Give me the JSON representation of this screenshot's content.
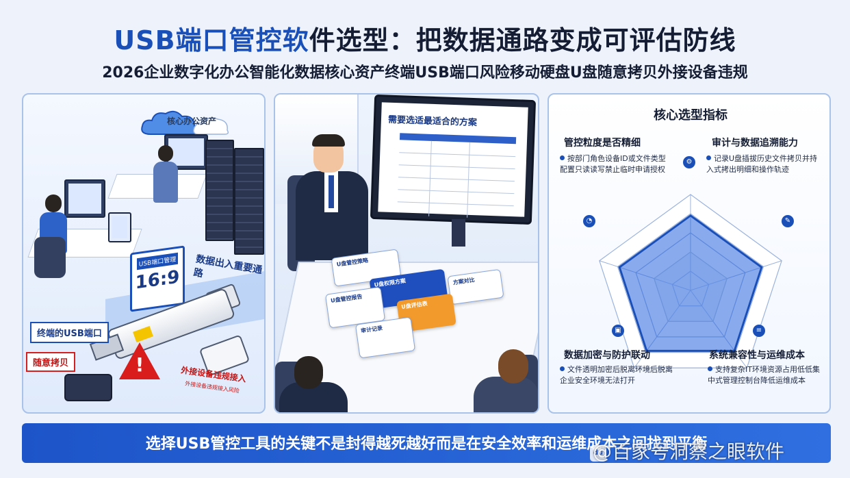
{
  "header": {
    "title_blue": "USB端口管控软",
    "title_dark": "件选型：把数据通路变成可评估防线",
    "subtitle": "2026企业数字化办公智能化数据核心资产终端USB端口风险移动硬盘U盘随意拷贝外接设备违规"
  },
  "panel_office": {
    "cloud_label": "核心办公资产",
    "sign_top": "USB端口管理",
    "sign_number": "16:9",
    "flow_label": "数据出入重要通路",
    "port_label": "终端的USB端口",
    "random_label": "随意拷贝",
    "warning_symbol": "!",
    "external_label": "外接设备违规接入",
    "external_sub": "外接设备违规接入风险"
  },
  "panel_meeting": {
    "screen_title": "需要选适最适合的方案",
    "cards": [
      {
        "label": "U盘管控策略",
        "style": "white"
      },
      {
        "label": "U盘权限方案",
        "style": "blue"
      },
      {
        "label": "U盘管控报告",
        "style": "white"
      },
      {
        "label": "U盘评估表",
        "style": "orange"
      },
      {
        "label": "审计记录",
        "style": "white"
      },
      {
        "label": "方案对比",
        "style": "white"
      }
    ]
  },
  "panel_metrics": {
    "title": "核心选型指标",
    "metrics": [
      {
        "title": "管控粒度是否精细",
        "desc": "按部门角色设备ID或文件类型配置只读读写禁止临时申请授权",
        "icon": "gear-icon"
      },
      {
        "title": "审计与数据追溯能力",
        "desc": "记录U盘插拔历史文件拷贝并持入式拷出明细和操作轨迹",
        "icon": "document-icon"
      },
      {
        "title": "数据加密与防护联动",
        "desc": "文件透明加密后脱离环境后脱离企业安全环境无法打开",
        "icon": "lock-icon"
      },
      {
        "title": "系统兼容性与运维成本",
        "desc": "支持复杂IT环境资源占用低低集中式管理控制台降低运维成本",
        "icon": "server-icon"
      }
    ],
    "radar": {
      "axes": 5,
      "value_fraction": 0.78,
      "accent": "#1a4fb8"
    }
  },
  "banner": {
    "text": "选择USB管控工具的关键不是封得越死越好而是在安全效率和运维成本之间找到平衡",
    "watermark": "@百家号洞察之眼软件",
    "watermark_logo": "du"
  }
}
